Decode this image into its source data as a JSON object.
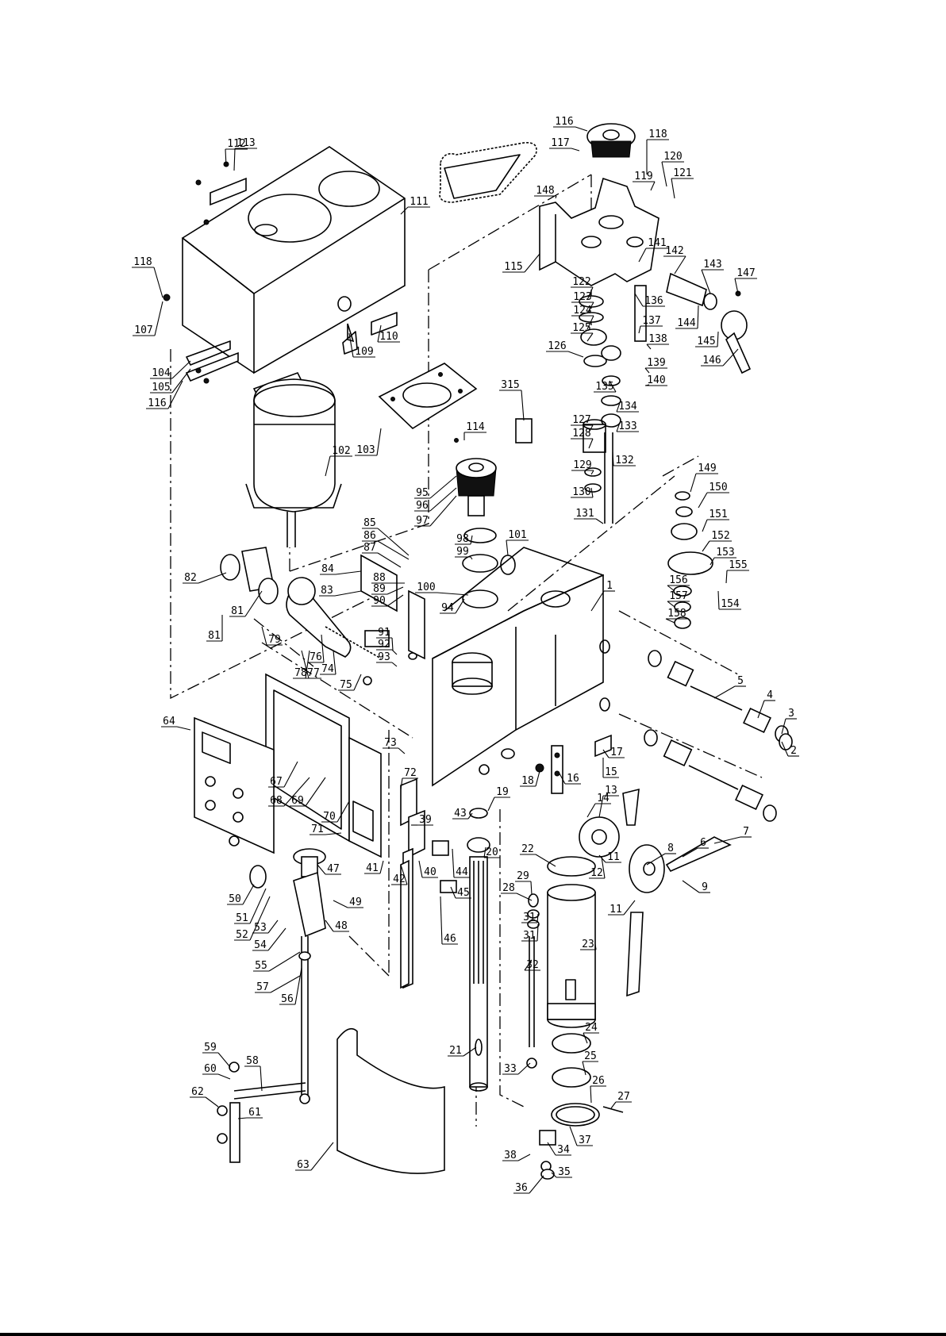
{
  "callouts": [
    {
      "label": "1"
    },
    {
      "label": "2"
    },
    {
      "label": "3"
    },
    {
      "label": "4"
    },
    {
      "label": "5"
    },
    {
      "label": "6"
    },
    {
      "label": "7"
    },
    {
      "label": "8"
    },
    {
      "label": "9"
    },
    {
      "label": "11"
    },
    {
      "label": "11"
    },
    {
      "label": "12"
    },
    {
      "label": "13"
    },
    {
      "label": "14"
    },
    {
      "label": "15"
    },
    {
      "label": "16"
    },
    {
      "label": "17"
    },
    {
      "label": "18"
    },
    {
      "label": "19"
    },
    {
      "label": "20"
    },
    {
      "label": "21"
    },
    {
      "label": "22"
    },
    {
      "label": "23"
    },
    {
      "label": "24"
    },
    {
      "label": "25"
    },
    {
      "label": "26"
    },
    {
      "label": "27"
    },
    {
      "label": "28"
    },
    {
      "label": "29"
    },
    {
      "label": "31"
    },
    {
      "label": "31"
    },
    {
      "label": "32"
    },
    {
      "label": "33"
    },
    {
      "label": "34"
    },
    {
      "label": "35"
    },
    {
      "label": "36"
    },
    {
      "label": "37"
    },
    {
      "label": "38"
    },
    {
      "label": "39"
    },
    {
      "label": "40"
    },
    {
      "label": "41"
    },
    {
      "label": "42"
    },
    {
      "label": "43"
    },
    {
      "label": "44"
    },
    {
      "label": "45"
    },
    {
      "label": "46"
    },
    {
      "label": "47"
    },
    {
      "label": "48"
    },
    {
      "label": "49"
    },
    {
      "label": "50"
    },
    {
      "label": "51"
    },
    {
      "label": "52"
    },
    {
      "label": "53"
    },
    {
      "label": "54"
    },
    {
      "label": "55"
    },
    {
      "label": "56"
    },
    {
      "label": "57"
    },
    {
      "label": "58"
    },
    {
      "label": "59"
    },
    {
      "label": "60"
    },
    {
      "label": "61"
    },
    {
      "label": "62"
    },
    {
      "label": "63"
    },
    {
      "label": "64"
    },
    {
      "label": "67"
    },
    {
      "label": "68"
    },
    {
      "label": "69"
    },
    {
      "label": "70"
    },
    {
      "label": "71"
    },
    {
      "label": "72"
    },
    {
      "label": "73"
    },
    {
      "label": "74"
    },
    {
      "label": "75"
    },
    {
      "label": "76"
    },
    {
      "label": "77"
    },
    {
      "label": "78"
    },
    {
      "label": "79"
    },
    {
      "label": "81"
    },
    {
      "label": "81"
    },
    {
      "label": "82"
    },
    {
      "label": "83"
    },
    {
      "label": "84"
    },
    {
      "label": "85"
    },
    {
      "label": "86"
    },
    {
      "label": "87"
    },
    {
      "label": "88"
    },
    {
      "label": "89"
    },
    {
      "label": "90"
    },
    {
      "label": "91"
    },
    {
      "label": "92"
    },
    {
      "label": "93"
    },
    {
      "label": "94"
    },
    {
      "label": "95"
    },
    {
      "label": "96"
    },
    {
      "label": "97"
    },
    {
      "label": "98"
    },
    {
      "label": "99"
    },
    {
      "label": "100"
    },
    {
      "label": "101"
    },
    {
      "label": "102"
    },
    {
      "label": "103"
    },
    {
      "label": "104"
    },
    {
      "label": "105"
    },
    {
      "label": "107"
    },
    {
      "label": "109"
    },
    {
      "label": "110"
    },
    {
      "label": "111"
    },
    {
      "label": "112"
    },
    {
      "label": "113"
    },
    {
      "label": "114"
    },
    {
      "label": "115"
    },
    {
      "label": "116"
    },
    {
      "label": "116"
    },
    {
      "label": "117"
    },
    {
      "label": "118"
    },
    {
      "label": "118"
    },
    {
      "label": "119"
    },
    {
      "label": "120"
    },
    {
      "label": "121"
    },
    {
      "label": "122"
    },
    {
      "label": "123"
    },
    {
      "label": "124"
    },
    {
      "label": "125"
    },
    {
      "label": "126"
    },
    {
      "label": "127"
    },
    {
      "label": "128"
    },
    {
      "label": "129"
    },
    {
      "label": "130"
    },
    {
      "label": "131"
    },
    {
      "label": "132"
    },
    {
      "label": "133"
    },
    {
      "label": "134"
    },
    {
      "label": "135"
    },
    {
      "label": "136"
    },
    {
      "label": "137"
    },
    {
      "label": "138"
    },
    {
      "label": "139"
    },
    {
      "label": "140"
    },
    {
      "label": "141"
    },
    {
      "label": "142"
    },
    {
      "label": "143"
    },
    {
      "label": "144"
    },
    {
      "label": "145"
    },
    {
      "label": "146"
    },
    {
      "label": "147"
    },
    {
      "label": "148"
    },
    {
      "label": "149"
    },
    {
      "label": "150"
    },
    {
      "label": "151"
    },
    {
      "label": "152"
    },
    {
      "label": "153"
    },
    {
      "label": "154"
    },
    {
      "label": "155"
    },
    {
      "label": "156"
    },
    {
      "label": "157"
    },
    {
      "label": "158"
    },
    {
      "label": "315"
    }
  ]
}
